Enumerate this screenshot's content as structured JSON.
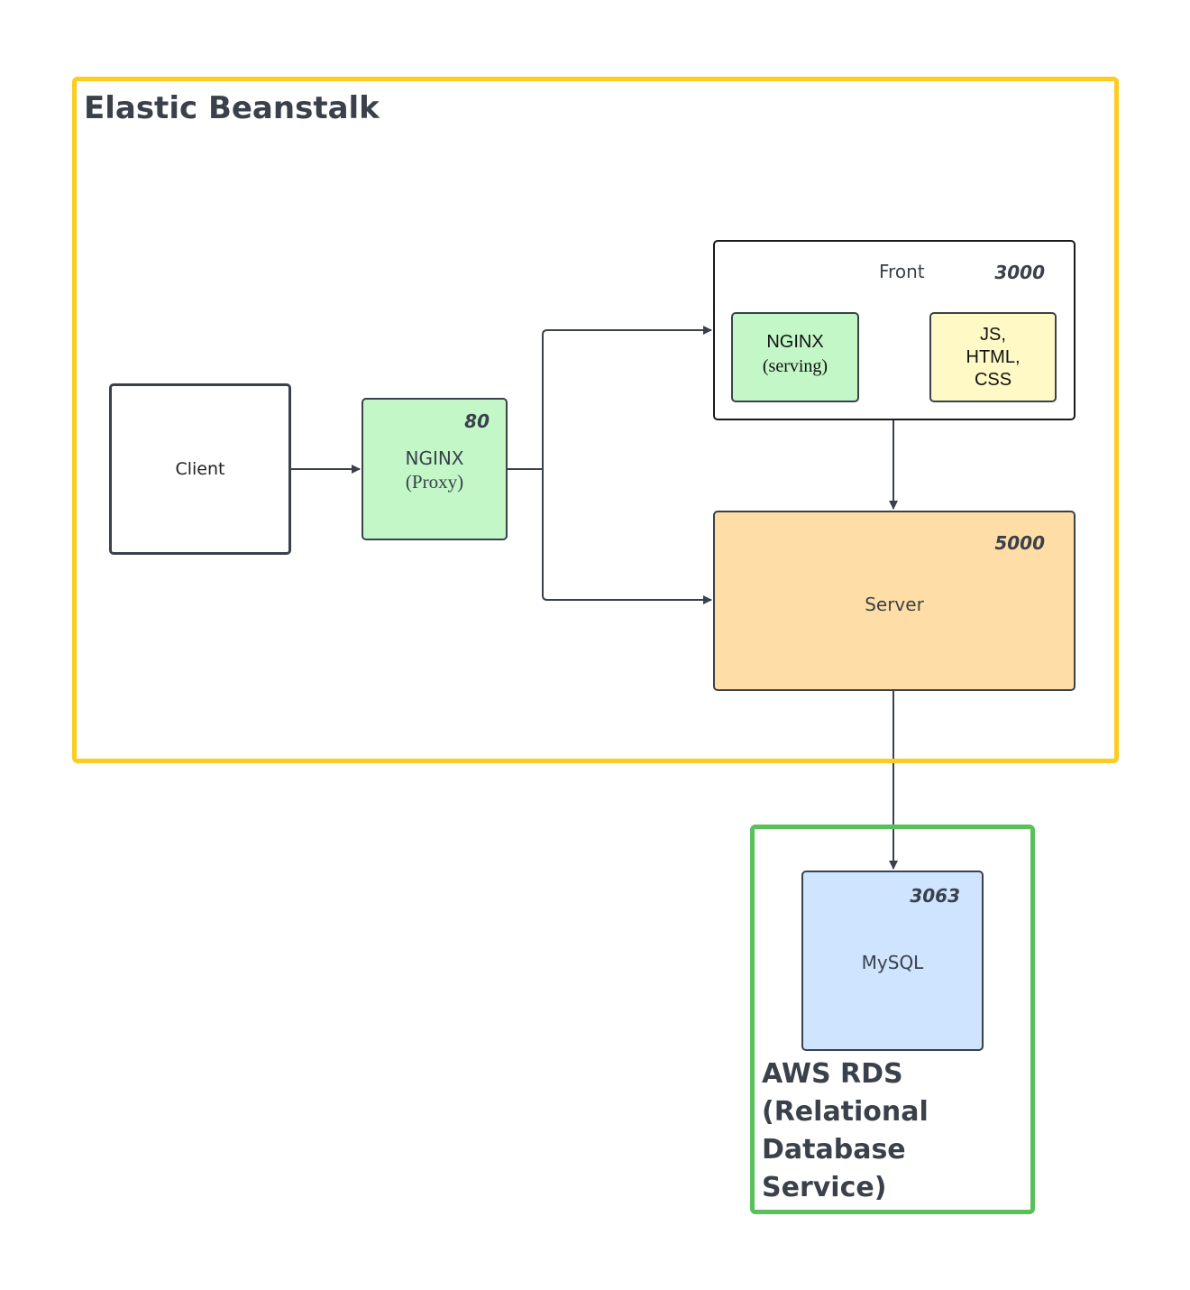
{
  "elastic_beanstalk": {
    "title": "Elastic Beanstalk"
  },
  "client": {
    "label": "Client"
  },
  "proxy": {
    "port": "80",
    "name": "NGINX",
    "role": "(Proxy)"
  },
  "front": {
    "title": "Front",
    "port": "3000",
    "nginx": {
      "name": "NGINX",
      "role": "(serving)"
    },
    "static": {
      "line1": "JS,",
      "line2": "HTML,",
      "line3": "CSS"
    }
  },
  "server": {
    "port": "5000",
    "label": "Server"
  },
  "rds": {
    "title_lines": [
      "AWS RDS",
      "(Relational",
      "Database",
      "Service)"
    ],
    "mysql": {
      "port": "3063",
      "label": "MySQL"
    }
  },
  "colors": {
    "beanstalk_border": "#fccc1f",
    "rds_border": "#5ac05c",
    "nginx_fill": "#c3f7c8",
    "static_fill": "#fffac5",
    "server_fill": "#ffdda6",
    "mysql_fill": "#cfe4ff",
    "stroke": "#3a414a"
  }
}
